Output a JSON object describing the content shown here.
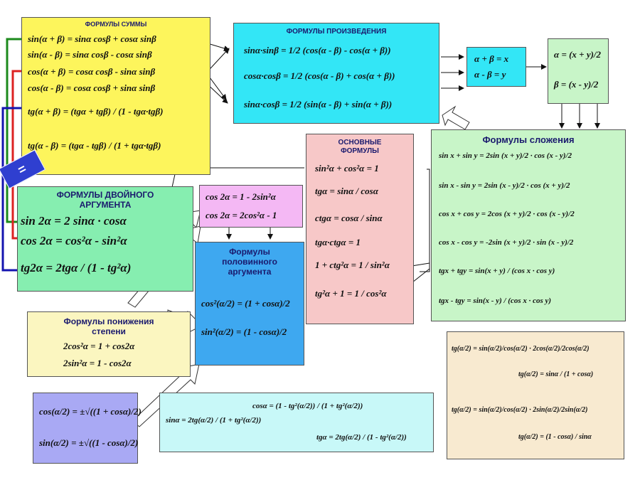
{
  "boxes": {
    "sum": {
      "title": "ФОРМУЛЫ СУММЫ",
      "lines": [
        "sin(α + β) = sinα cosβ + cosα sinβ",
        "sin(α - β) = sinα cosβ - cosα sinβ",
        "cos(α + β) = cosα cosβ - sinα sinβ",
        "cos(α - β) = cosα cosβ + sinα sinβ",
        "tg(α + β) = (tgα + tgβ) / (1 - tgα·tgβ)",
        "tg(α - β) = (tgα - tgβ) / (1 + tgα·tgβ)"
      ]
    },
    "product": {
      "title": "ФОРМУЛЫ ПРОИЗВЕДЕНИЯ",
      "lines": [
        "sinα·sinβ = 1/2 (cos(α - β) - cos(α + β))",
        "cosα·cosβ = 1/2 (cos(α - β) + cos(α + β))",
        "sinα·cosβ = 1/2 (sin(α - β) + sin(α + β))"
      ]
    },
    "substitution": {
      "lines": [
        "α + β = x",
        "α - β = y"
      ]
    },
    "solution": {
      "lines": [
        "α = (x + y)/2",
        "β = (x - y)/2"
      ]
    },
    "addition": {
      "title": "Формулы сложения",
      "lines": [
        "sin x + sin y = 2sin (x + y)/2 · cos (x - y)/2",
        "sin x - sin y = 2sin (x - y)/2 · cos (x + y)/2",
        "cos x + cos y = 2cos (x + y)/2 · cos (x - y)/2",
        "cos x - cos y = -2sin (x + y)/2 · sin (x - y)/2",
        "tgx + tgy = sin(x + y) / (cos x · cos y)",
        "tgx - tgy = sin(x - y) / (cos x · cos y)"
      ]
    },
    "basic": {
      "title": "ОСНОВНЫЕ ФОРМУЛЫ",
      "lines": [
        "sin²α + cos²α = 1",
        "tgα = sinα / cosα",
        "ctgα = cosα / sinα",
        "tgα·ctgα = 1",
        "1 + ctg²α = 1 / sin²α",
        "tg²α + 1 = 1 / cos²α"
      ]
    },
    "double": {
      "title": "ФОРМУЛЫ ДВОЙНОГО АРГУМЕНТА",
      "lines": [
        "sin 2α = 2 sinα · cosα",
        "cos 2α = cos²α - sin²α",
        "tg2α = 2tgα / (1 - tg²α)"
      ]
    },
    "cos2": {
      "lines": [
        "cos 2α = 1 - 2sin²α",
        "cos 2α = 2cos²α - 1"
      ]
    },
    "half": {
      "title": "Формулы половинного аргумента",
      "lines": [
        "cos²(α/2) = (1 + cosα)/2",
        "sin²(α/2) = (1 - cosα)/2"
      ]
    },
    "lower": {
      "title": "Формулы понижения степени",
      "lines": [
        "2cos²α = 1 + cos2α",
        "2sin²α = 1 - cos2α"
      ]
    },
    "halfroot": {
      "lines": [
        "cos(α/2) = ±√((1 + cosα)/2)",
        "sin(α/2) = ±√((1 - cosα)/2)"
      ]
    },
    "universal": {
      "lines": [
        "sinα = 2tg(α/2) / (1 + tg²(α/2))",
        "cosα = (1 - tg²(α/2)) / (1 + tg²(α/2))",
        "tgα = 2tg(α/2) / (1 - tg²(α/2))"
      ]
    },
    "tghalf": {
      "lines": [
        "tg(α/2) = sin(α/2)/cos(α/2) · 2cos(α/2)/2cos(α/2)",
        "tg(α/2) = sinα / (1 + cosα)",
        "tg(α/2) = sin(α/2)/cos(α/2) · 2sin(α/2)/2sin(α/2)",
        "tg(α/2) = (1 - cosα) / sinα"
      ]
    }
  },
  "eq_label": "="
}
